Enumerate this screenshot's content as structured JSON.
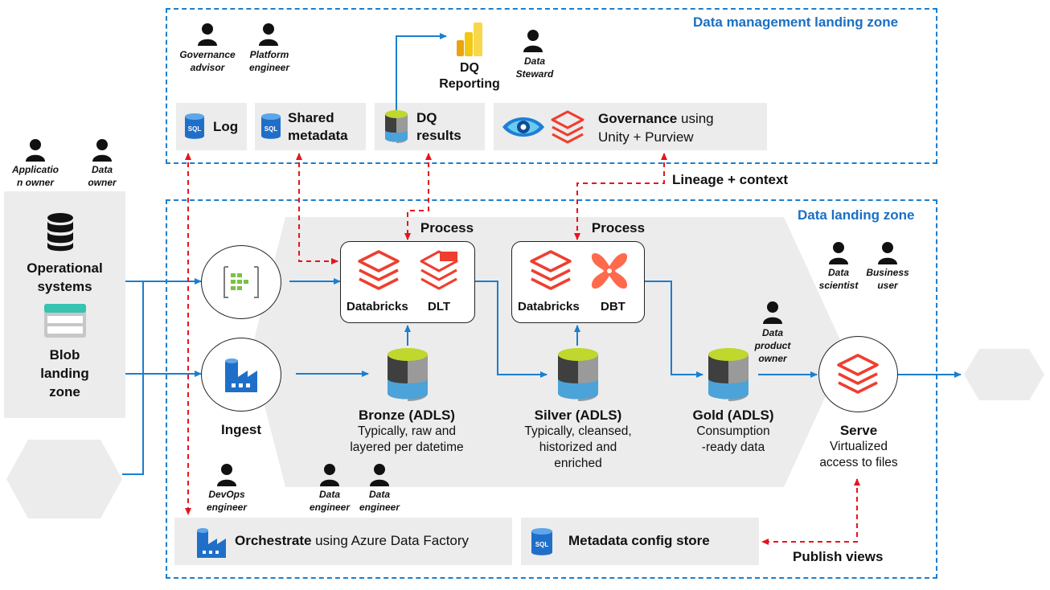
{
  "zones": {
    "management": "Data management landing zone",
    "landing": "Data landing zone"
  },
  "roles": {
    "governance_advisor": [
      "Governance",
      "advisor"
    ],
    "platform_engineer": [
      "Platform",
      "engineer"
    ],
    "data_steward": [
      "Data",
      "Steward"
    ],
    "application_owner": [
      "Applicatio",
      "n owner"
    ],
    "data_owner": [
      "Data",
      "owner"
    ],
    "data_scientist": [
      "Data",
      "scientist"
    ],
    "business_user": [
      "Business",
      "user"
    ],
    "data_product_owner": [
      "Data",
      "product",
      "owner"
    ],
    "devops_engineer": [
      "DevOps",
      "engineer"
    ],
    "data_engineer_1": [
      "Data",
      "engineer"
    ],
    "data_engineer_2": [
      "Data",
      "engineer"
    ]
  },
  "management_items": {
    "log": "Log",
    "shared_metadata": [
      "Shared",
      "metadata"
    ],
    "dq_results": [
      "DQ",
      "results"
    ],
    "dq_reporting": [
      "DQ",
      "Reporting"
    ],
    "governance_bold": "Governance",
    "governance_rest1": " using",
    "governance_rest2": "Unity + Purview"
  },
  "sources": {
    "operational": [
      "Operational",
      "systems"
    ],
    "blob": [
      "Blob",
      "landing",
      "zone"
    ]
  },
  "flow": {
    "lineage": "Lineage + context",
    "process1": "Process",
    "process2": "Process",
    "databricks1": "Databricks",
    "dlt": "DLT",
    "databricks2": "Databricks",
    "dbt": "DBT",
    "ingest": "Ingest",
    "bronze_title": "Bronze (ADLS)",
    "bronze_sub": [
      "Typically, raw and",
      "layered per datetime"
    ],
    "silver_title": "Silver (ADLS)",
    "silver_sub": [
      "Typically, cleansed,",
      "historized and",
      "enriched"
    ],
    "gold_title": "Gold (ADLS)",
    "gold_sub": [
      "Consumption",
      "-ready data"
    ],
    "serve_title": "Serve",
    "serve_sub": [
      "Virtualized",
      "access to files"
    ]
  },
  "bottom": {
    "orchestrate_bold": "Orchestrate",
    "orchestrate_rest": " using Azure Data Factory",
    "metadata_store": "Metadata config store",
    "publish_views": "Publish views"
  },
  "icons": {
    "sql": "SQL"
  },
  "colors": {
    "zone_blue": "#1a6fc4",
    "flow_arrow": "#1a7fd0",
    "dashed_red": "#e8141b",
    "databricks": "#ef3e2f",
    "panel_gray": "#ececec"
  }
}
